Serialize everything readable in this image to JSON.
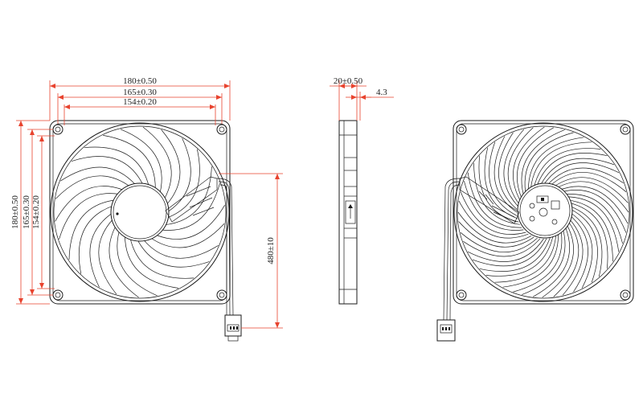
{
  "drawing": {
    "front_view": {
      "width_overall": "180±0.50",
      "width_hole_spacing": "165±0.30",
      "width_inner": "154±0.20",
      "height_overall": "180±0.50",
      "height_hole_spacing": "165±0.30",
      "height_inner": "154±0.20",
      "cable_length": "480±10"
    },
    "side_view": {
      "thickness": "20±0.50",
      "flange": "4.3"
    },
    "colors": {
      "line": "#1a1a1a",
      "dimension": "#e8432e"
    }
  }
}
